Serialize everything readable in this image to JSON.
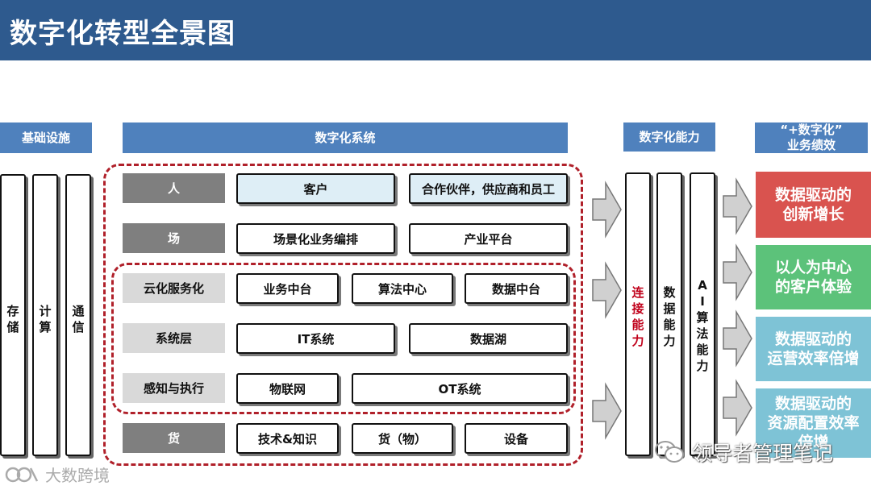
{
  "title": "数字化转型全景图",
  "headers": {
    "infrastructure": "基础设施",
    "digital_system": "数字化系统",
    "digital_capability": "数字化能力",
    "performance_line1": "“+数字化”",
    "performance_line2": "业务绩效"
  },
  "infrastructure": [
    "存储",
    "计算",
    "通信"
  ],
  "rows": [
    {
      "category": "人",
      "items": [
        "客户",
        "合作伙伴，供应商和员工"
      ]
    },
    {
      "category": "场",
      "items": [
        "场景化业务编排",
        "产业平台"
      ]
    },
    {
      "category": "云化服务化",
      "items": [
        "业务中台",
        "算法中心",
        "数据中台"
      ]
    },
    {
      "category": "系统层",
      "items": [
        "IT系统",
        "数据湖"
      ]
    },
    {
      "category": "感知与执行",
      "items": [
        "物联网",
        "OT系统"
      ]
    },
    {
      "category": "货",
      "items": [
        "技术&知识",
        "货（物）",
        "设备"
      ]
    }
  ],
  "capabilities": [
    "连接能力",
    "数据能力",
    "AI算法能力"
  ],
  "results": [
    {
      "label_line1": "数据驱动的",
      "label_line2": "创新增长",
      "color": "#d9534f"
    },
    {
      "label_line1": "以人为中心",
      "label_line2": "的客户体验",
      "color": "#5cc27a"
    },
    {
      "label_line1": "数据驱动的",
      "label_line2": "运营效率倍增",
      "color": "#7ec3d6"
    },
    {
      "label_line1": "数据驱动的",
      "label_line2": "资源配置效率倍增",
      "color": "#7ec3d6"
    }
  ],
  "watermarks": {
    "bottom_left": "大数跨境",
    "bottom_right": "领导者管理笔记"
  },
  "colors": {
    "header": "#2e5a8e",
    "section_header": "#4f81bd",
    "dashed_border": "#b0202a",
    "connect_text": "#c0001a"
  }
}
